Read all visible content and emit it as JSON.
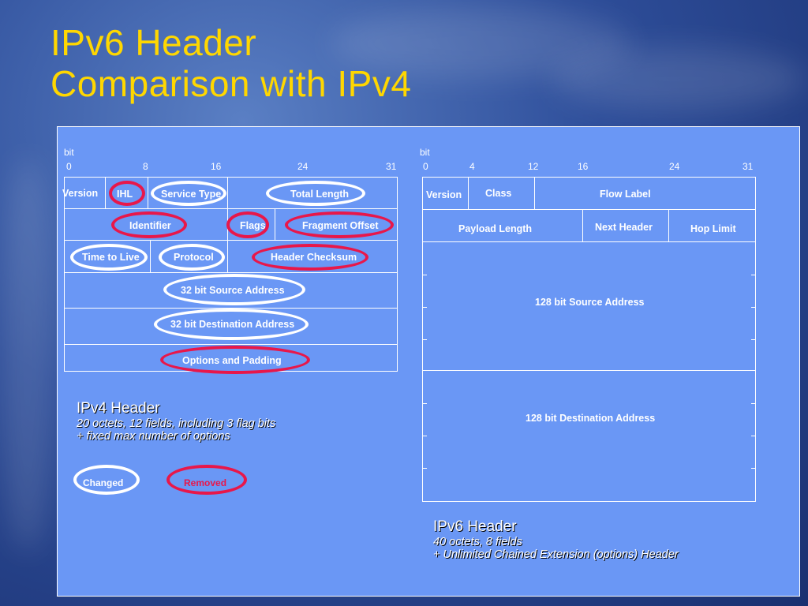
{
  "slide": {
    "title_line1": "IPv6 Header",
    "title_line2": "Comparison with IPv4"
  },
  "ipv4": {
    "bit_label": "bit",
    "bit_ticks": [
      "0",
      "8",
      "16",
      "24",
      "31"
    ],
    "fields": {
      "version": "Version",
      "ihl": "IHL",
      "service_type": "Service Type",
      "total_length": "Total Length",
      "identifier": "Identifier",
      "flags": "Flags",
      "fragment_offset": "Fragment Offset",
      "time_to_live": "Time to Live",
      "protocol": "Protocol",
      "header_checksum": "Header Checksum",
      "source_address": "32 bit Source Address",
      "destination_address": "32 bit Destination Address",
      "options_padding": "Options and Padding"
    },
    "caption": {
      "heading": "IPv4 Header",
      "line1": "20 octets, 12 fields, including 3 flag bits",
      "line2": "+ fixed max number of options"
    }
  },
  "ipv6": {
    "bit_label": "bit",
    "bit_ticks": [
      "0",
      "4",
      "12",
      "16",
      "24",
      "31"
    ],
    "fields": {
      "version": "Version",
      "class": "Class",
      "flow_label": "Flow  Label",
      "payload_length": "Payload Length",
      "next_header": "Next Header",
      "hop_limit": "Hop Limit",
      "source_address": "128 bit Source Address",
      "destination_address": "128 bit Destination Address"
    },
    "caption": {
      "heading": "IPv6 Header",
      "line1": "40 octets, 8 fields",
      "line2": "+ Unlimited Chained Extension (options) Header"
    }
  },
  "legend": {
    "changed_label": "Changed",
    "removed_label": "Removed",
    "changed_color": "#ffffff",
    "removed_color": "#e8174a"
  },
  "colors": {
    "title": "#ffd700",
    "panel": "#6a97f5",
    "highlight_changed": "#ffffff",
    "highlight_removed": "#e8174a"
  }
}
